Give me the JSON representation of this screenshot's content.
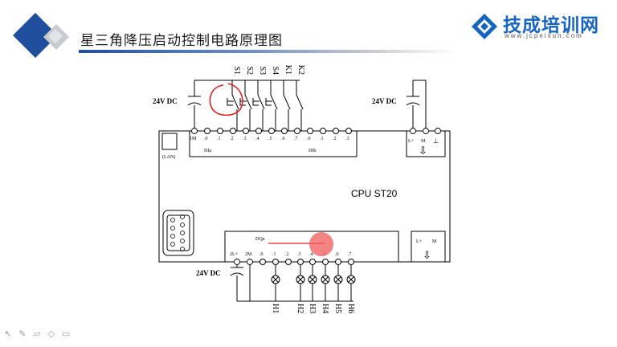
{
  "slide": {
    "title": "星三角降压启动控制电路原理图",
    "brand_name": "技成培训网",
    "brand_url": "www.jcpeixun.com"
  },
  "colors": {
    "brand_blue": "#1565c0",
    "logo_dark": "#1f4e9c",
    "logo_grey": "#c8cbd0",
    "annotation_red": "#e02020",
    "highlight": "#f05a5a"
  },
  "diagram": {
    "input_supply_label": "24V DC",
    "input_switches": [
      "S1",
      "S2",
      "S3",
      "S4",
      "K1",
      "K2"
    ],
    "input_common": "1M",
    "dia_terminals": [
      ".0",
      ".1",
      ".2",
      ".3",
      ".4",
      ".5",
      ".6",
      ".7"
    ],
    "dib_terminals": [
      ".0",
      ".1",
      ".2",
      ".3"
    ],
    "dia_label": "DIa",
    "dib_label": "DIb",
    "power_supply_label": "24V DC",
    "power_terminals": [
      "L+",
      "M",
      "⊥"
    ],
    "lan_label": "(LAN)",
    "cpu_label": "CPU  ST20",
    "output_block_label": "DQa",
    "output_supply_label": "24V  DC",
    "output_power_terminals": [
      "2L+",
      "2M"
    ],
    "output_terminals": [
      ".0",
      ".1",
      ".2",
      ".3",
      ".4",
      ".5",
      ".6",
      ".7"
    ],
    "lamps": [
      "H1",
      "H2",
      "H3",
      "H4",
      "H5",
      "H6"
    ],
    "sensor_power_terminals": [
      "L+",
      "M"
    ],
    "arrow_glyph": "⇩"
  },
  "toolbar_icons": [
    "pointer-icon",
    "pen-icon",
    "eraser-icon",
    "highlighter-icon",
    "screen-icon"
  ]
}
